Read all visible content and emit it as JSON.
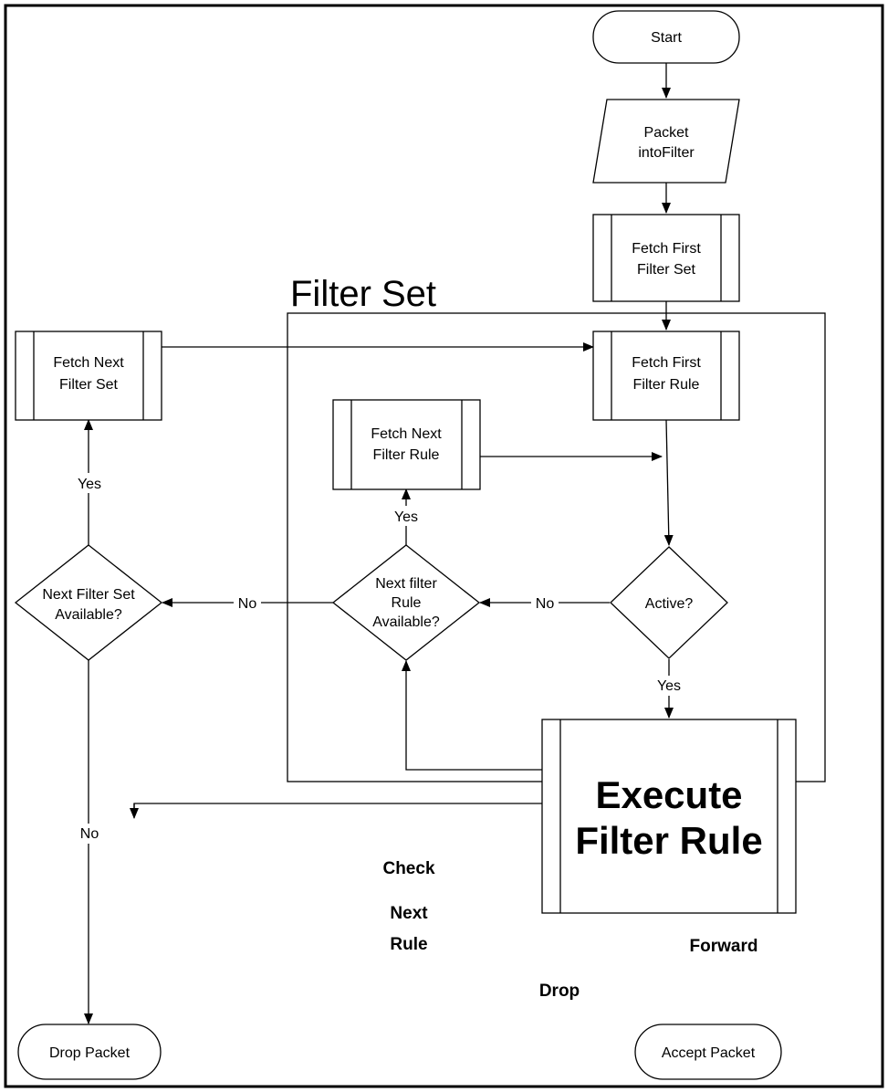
{
  "diagram": {
    "group_title": "Filter Set",
    "nodes": {
      "start": "Start",
      "packet_into_filter": [
        "Packet",
        "intoFilter"
      ],
      "fetch_first_filter_set": [
        "Fetch First",
        "Filter Set"
      ],
      "fetch_next_filter_set": [
        "Fetch Next",
        "Filter Set"
      ],
      "fetch_first_filter_rule": [
        "Fetch First",
        "Filter Rule"
      ],
      "fetch_next_filter_rule": [
        "Fetch Next",
        "Filter Rule"
      ],
      "next_filter_set_available": [
        "Next Filter Set",
        "Available?"
      ],
      "next_filter_rule_available": [
        "Next filter",
        "Rule",
        "Available?"
      ],
      "active": "Active?",
      "execute_filter_rule": [
        "Execute",
        "Filter Rule"
      ],
      "drop_packet": "Drop Packet",
      "accept_packet": "Accept Packet"
    },
    "edge_labels": {
      "set_yes": "Yes",
      "set_no_left": "No",
      "set_no_down": "No",
      "rule_yes": "Yes",
      "rule_no": "No",
      "active_yes": "Yes",
      "check_next_rule": [
        "Check",
        "Next",
        "Rule"
      ],
      "forward": "Forward",
      "drop": "Drop"
    }
  }
}
